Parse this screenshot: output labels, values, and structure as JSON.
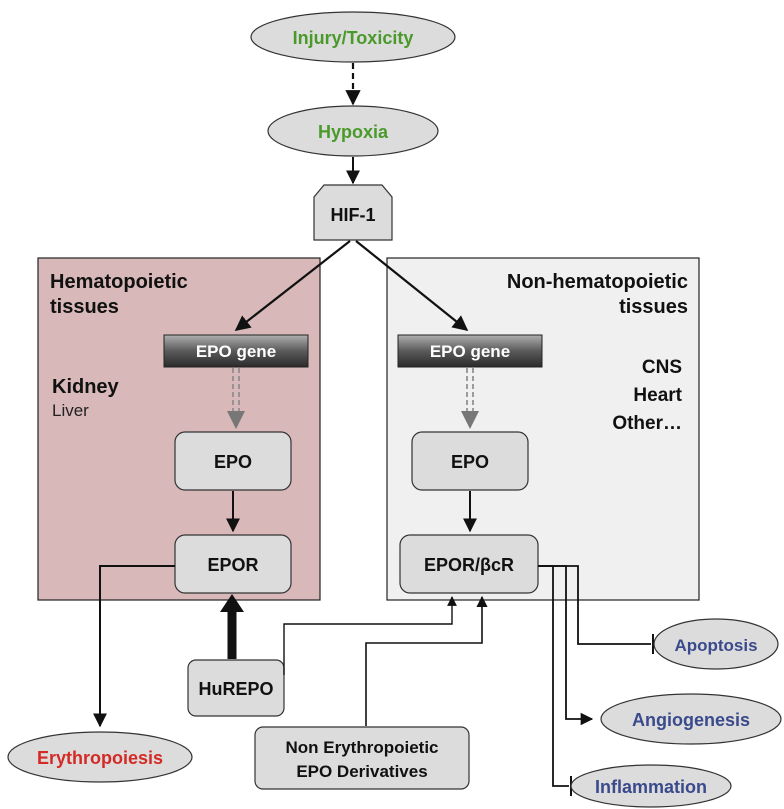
{
  "colors": {
    "green_text": "#4a9a2a",
    "red_text": "#d42a26",
    "blue_text": "#3a4a8c",
    "node_fill": "#dcdcdc",
    "hema_panel_fill": "#d8b8b8",
    "nonhema_panel_fill": "#f0f0f0"
  },
  "nodes": {
    "injury": "Injury/Toxicity",
    "hypoxia": "Hypoxia",
    "hif1": "HIF-1",
    "epo_gene_left": "EPO gene",
    "epo_gene_right": "EPO gene",
    "epo_left": "EPO",
    "epo_right": "EPO",
    "epor": "EPOR",
    "epor_bcr": "EPOR/βcR",
    "hurepo": "HuREPO",
    "non_erythro_line1": "Non Erythropoietic",
    "non_erythro_line2": "EPO Derivatives",
    "erythropoiesis": "Erythropoiesis",
    "apoptosis": "Apoptosis",
    "angiogenesis": "Angiogenesis",
    "inflammation": "Inflammation"
  },
  "panels": {
    "hematopoietic": {
      "title_line1": "Hematopoietic",
      "title_line2": "tissues",
      "organ_primary": "Kidney",
      "organ_secondary": "Liver"
    },
    "non_hematopoietic": {
      "title_line1": "Non-hematopoietic",
      "title_line2": "tissues",
      "organ1": "CNS",
      "organ2": "Heart",
      "organ3": "Other…"
    }
  }
}
